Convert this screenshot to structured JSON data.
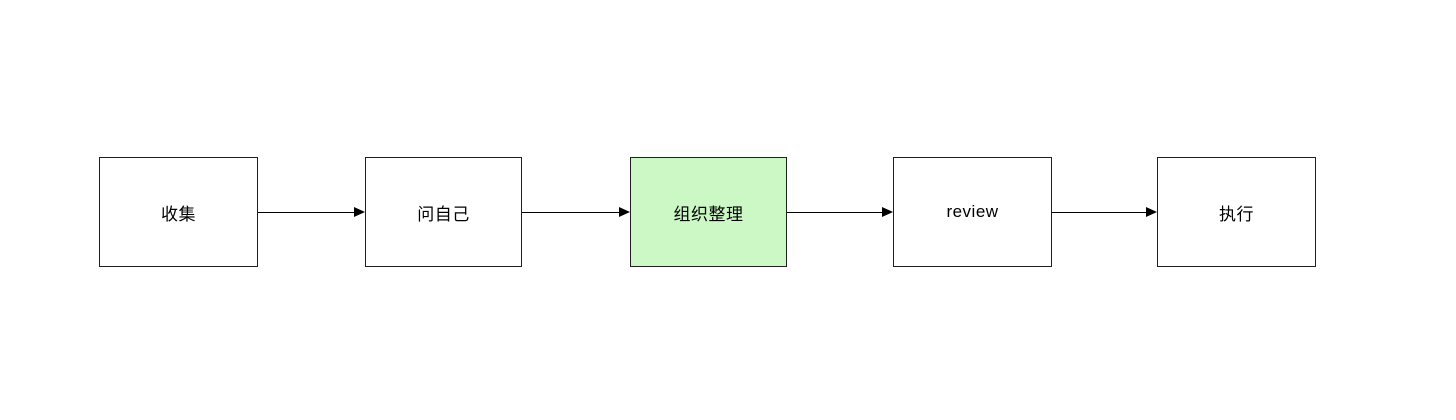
{
  "diagram": {
    "type": "flowchart",
    "direction": "left-to-right",
    "colors": {
      "background": "#ffffff",
      "node_border": "#1f1f1f",
      "node_fill_default": "#ffffff",
      "node_fill_highlight": "#ccf8c6",
      "arrow": "#000000",
      "text": "#000000"
    },
    "nodes": [
      {
        "id": "collect",
        "label": "收集",
        "fill": "#ffffff",
        "highlighted": false
      },
      {
        "id": "ask-yourself",
        "label": "问自己",
        "fill": "#ffffff",
        "highlighted": false
      },
      {
        "id": "organize",
        "label": "组织整理",
        "fill": "#ccf8c6",
        "highlighted": true
      },
      {
        "id": "review",
        "label": "review",
        "fill": "#ffffff",
        "highlighted": false
      },
      {
        "id": "execute",
        "label": "执行",
        "fill": "#ffffff",
        "highlighted": false
      }
    ],
    "connectors": [
      {
        "from": "collect",
        "to": "ask-yourself",
        "style": "solid-arrow"
      },
      {
        "from": "ask-yourself",
        "to": "organize",
        "style": "solid-arrow"
      },
      {
        "from": "organize",
        "to": "review",
        "style": "solid-arrow"
      },
      {
        "from": "review",
        "to": "execute",
        "style": "solid-arrow"
      }
    ]
  }
}
